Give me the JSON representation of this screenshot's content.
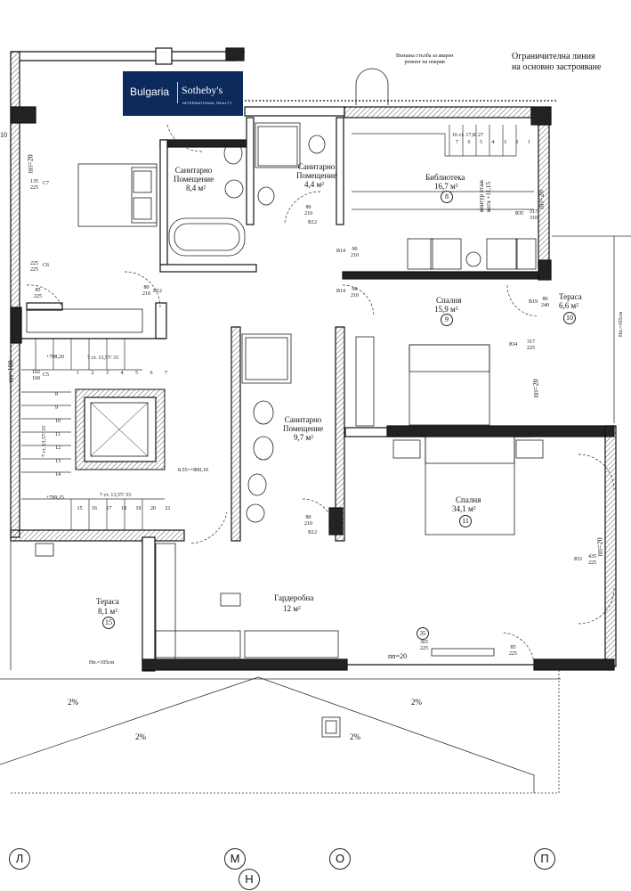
{
  "logo": {
    "brand_left": "Bulgaria",
    "brand_right": "Sotheby's",
    "brand_sub": "INTERNATIONAL REALTY"
  },
  "notes": {
    "top_note": "Външна стълба за аварен\nремонт на покрив",
    "boundary_note": "Ограничителна линия\nна основно застрояване"
  },
  "rooms": {
    "bath1": {
      "name": "Санитарно\nПомещение",
      "area": "8,4 м²"
    },
    "bath2": {
      "name": "Санитарно\nПомещение",
      "area": "4,4 м²"
    },
    "library": {
      "name": "Библиотека",
      "area": "16,7 м²",
      "number": "8"
    },
    "bedroom9": {
      "name": "Спалня",
      "area": "15,9 м²",
      "number": "9"
    },
    "terrace10": {
      "name": "Тераса",
      "area": "6,6 м²",
      "number": "10"
    },
    "bath3": {
      "name": "Санитарно\nПомещение",
      "area": "9,7 м²"
    },
    "bedroom11": {
      "name": "Спалня",
      "area": "34,1 м²",
      "number": "11"
    },
    "wardrobe": {
      "name": "Гардеробна",
      "area": "12 м²"
    },
    "terrace15": {
      "name": "Тераса",
      "area": "8,1 м²",
      "number": "15"
    }
  },
  "stairs": {
    "top_flight": "16 ст. 17,8/ 27",
    "floor_contour": "контур етаж\nкота +11,15",
    "flight_a": "7 ст. 13,57/ 33",
    "flight_b": "7 ст. 13,57/ 33",
    "flight_c": "7 ст. 13,57/ 33",
    "steps_top": [
      "1",
      "2",
      "3",
      "4",
      "5",
      "6",
      "7"
    ],
    "steps_top_right": [
      "7",
      "6",
      "5",
      "4",
      "3",
      "2",
      "1"
    ],
    "steps_left": [
      "8",
      "9",
      "10",
      "11",
      "12",
      "13",
      "14"
    ],
    "steps_bottom": [
      "15",
      "16",
      "17",
      "18",
      "19",
      "20",
      "21"
    ]
  },
  "levels": {
    "l1": "+798,20",
    "l2": "+799,15",
    "l3": "8.55=+800,10"
  },
  "marks": {
    "c7": "C7",
    "c7_dim": "135\n225",
    "c6": "C6",
    "c6_dim": "225\n225",
    "c5": "C5",
    "c5_dim": "102\n160",
    "d85": "85\n225",
    "b12a": "B12",
    "b12a_dim": "80\n210",
    "b12b": "B12",
    "b12b_dim": "80\n210",
    "b12c": "B12",
    "b12c_dim": "80\n210",
    "b14a": "B14",
    "b14a_dim": "90\n210",
    "b14b": "B14",
    "b14b_dim": "90\n210",
    "b19": "B19",
    "b19_dim": "80\n240",
    "yo5": "Ю5",
    "yo5_dim": "317\n310",
    "yo4": "Ю4",
    "yo4_dim": "317\n225",
    "yo3": "Ю3",
    "yo3_dim": "435\n225",
    "m35": "35",
    "m35_dim": "365\n225",
    "d85b": "85\n225"
  },
  "sills": {
    "pp20_left": "пп=20",
    "pp100": "пп=100",
    "pp20_lib": "пп=20",
    "pp20_bed": "пп=20",
    "pp20_right": "пп=20",
    "pp20_bottom": "пп=20",
    "hp105_right": "Нп.=105см",
    "hp105_left": "Нп.=105см"
  },
  "roof": {
    "slope1": "2%",
    "slope2": "2%",
    "slope3": "2%",
    "slope4": "2%"
  },
  "axes": [
    "Л",
    "М",
    "Н",
    "О",
    "П"
  ],
  "edge_mark": "10"
}
